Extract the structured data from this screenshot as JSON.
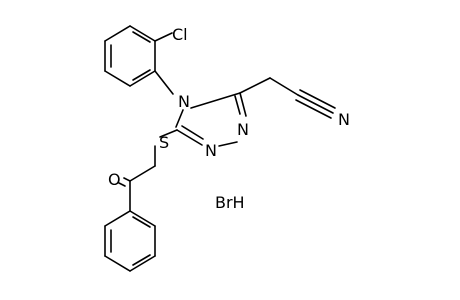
{
  "molecule": {
    "atoms": {
      "cl": "Cl",
      "n_ring_top": "N",
      "n_ring_bottom": "N",
      "n_ring_left": "N",
      "n_nitrile": "N",
      "s": "S",
      "o": "O"
    },
    "salt": "BrH"
  }
}
